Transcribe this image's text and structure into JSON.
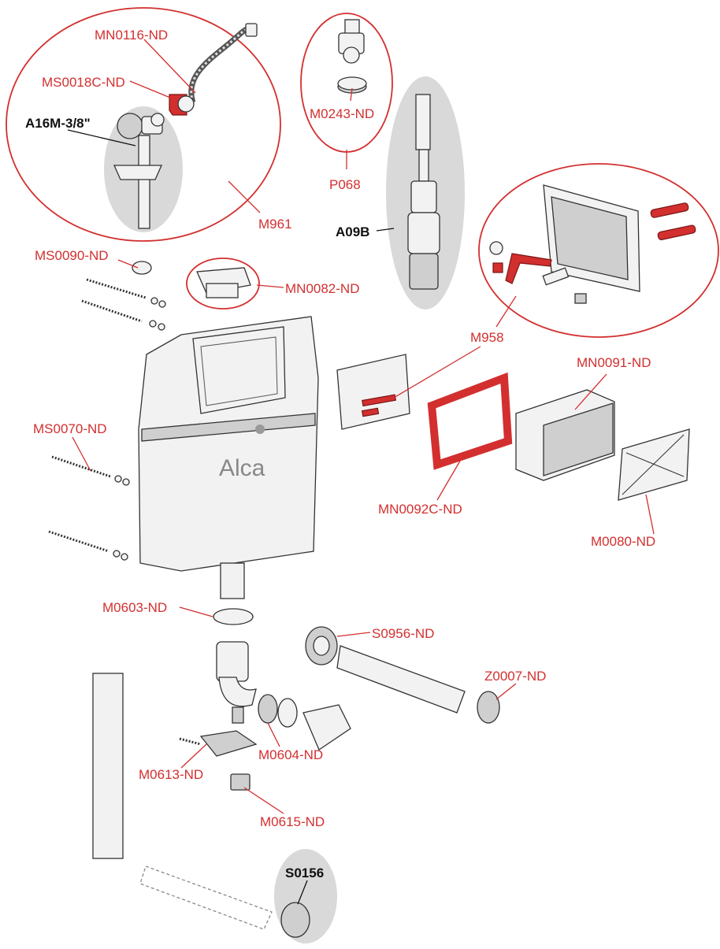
{
  "diagram": {
    "brand": "Alca",
    "colors": {
      "label": "#d32f2f",
      "label_dark": "#111111",
      "highlight": "#d9d9d9"
    },
    "labels": {
      "MN0116_ND": "MN0116-ND",
      "MS0018C_ND": "MS0018C-ND",
      "A16M": "A16M-3/8\"",
      "M961": "M961",
      "M0243_ND": "M0243-ND",
      "P068": "P068",
      "A09B": "A09B",
      "MS0090_ND": "MS0090-ND",
      "MN0082_ND": "MN0082-ND",
      "M958": "M958",
      "MN0091_ND": "MN0091-ND",
      "MS0070_ND": "MS0070-ND",
      "MN0092C_ND": "MN0092C-ND",
      "M0080_ND": "M0080-ND",
      "M0603_ND": "M0603-ND",
      "S0956_ND": "S0956-ND",
      "Z0007_ND": "Z0007-ND",
      "M0604_ND": "M0604-ND",
      "M0613_ND": "M0613-ND",
      "M0615_ND": "M0615-ND",
      "S0156": "S0156"
    }
  }
}
